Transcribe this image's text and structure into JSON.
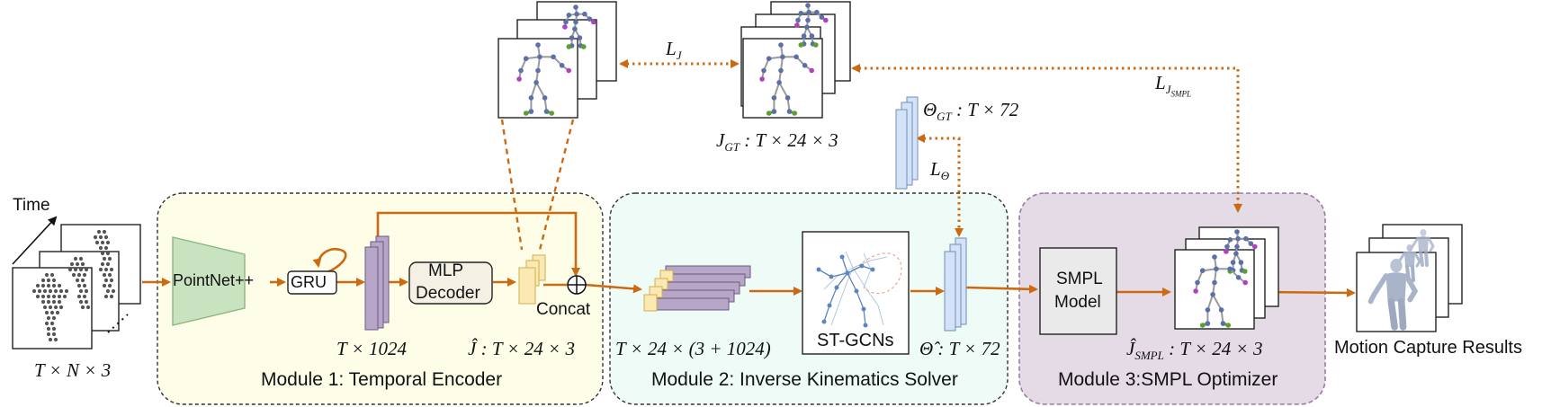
{
  "input": {
    "time_label": "Time",
    "shape": "T × N × 3"
  },
  "module1": {
    "title": "Module 1: Temporal Encoder",
    "pointnet": "PointNet++",
    "gru": "GRU",
    "feature_shape": "T × 1024",
    "mlp_line1": "MLP",
    "mlp_line2": "Decoder",
    "concat": "Concat",
    "joints_shape": "Ĵ : T × 24 × 3"
  },
  "module2": {
    "title": "Module 2: Inverse Kinematics Solver",
    "input_shape": "T × 24 × (3 + 1024)",
    "stgcn": "ST-GCNs",
    "theta_shape": "Θ̂ : T × 72"
  },
  "module3": {
    "title": "Module 3:SMPL Optimizer",
    "smpl_line1": "SMPL",
    "smpl_line2": "Model",
    "joints_shape": "Ĵ",
    "joints_sub": "SMPL",
    "joints_rest": " : T × 24 × 3"
  },
  "supervision": {
    "lj": "L",
    "lj_sub": "J",
    "jgt": "J",
    "jgt_sub": "GT",
    "jgt_rest": " : T × 24 × 3",
    "theta_gt": "Θ",
    "theta_gt_sub": "GT",
    "theta_gt_rest": " : T × 72",
    "ltheta": "L",
    "ltheta_sub": "Θ",
    "ljsmpl": "L",
    "ljsmpl_sub": "J",
    "ljsmpl_subsub": "SMPL"
  },
  "output": {
    "label": "Motion Capture Results"
  },
  "colors": {
    "arrow": "#cc6a12",
    "module1_bg": "#fdfde8",
    "module2_bg": "#eefbf6",
    "module3_bg": "#e4dbe6",
    "pointnet": "#c9e3c1",
    "feature": "#b8a6c8",
    "joint_feat": "#fbe9b4",
    "theta": "#d3e2f6"
  }
}
